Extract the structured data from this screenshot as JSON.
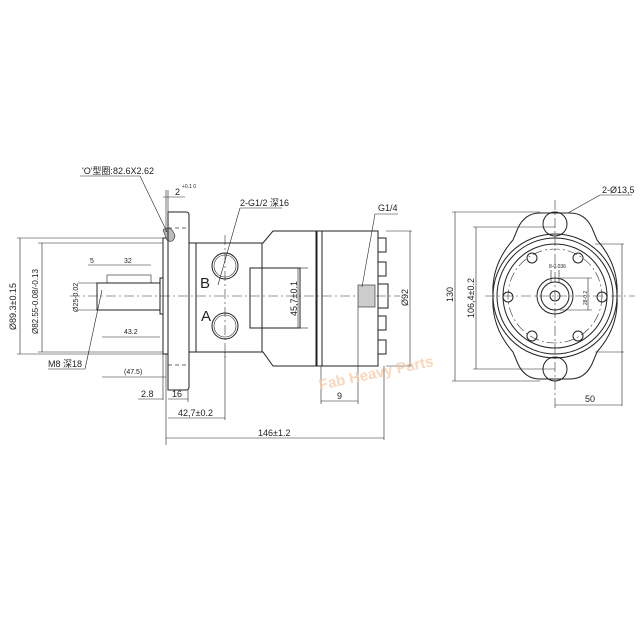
{
  "drawing": {
    "side_view": {
      "o_ring": "'O'型圈:82.6X2.62",
      "flange_gap": "2",
      "flange_gap_tol": "+0.1 0",
      "ports": "2-G1/2 深16",
      "port_b": "B",
      "port_a": "A",
      "drain": "G1/4",
      "dia_89": "Ø89.3±0.15",
      "dia_82": "Ø82.55-0.08/-0.13",
      "shaft_dia": "Ø25-0.02",
      "key_offset": "5",
      "key_length": "32",
      "shaft_len": "43.2",
      "thread": "M8 深18",
      "shaft_total": "(47.5)",
      "dim_2_8": "2.8",
      "dim_16": "16",
      "dim_42_7": "42,7±0.2",
      "dim_146": "146±1.2",
      "dim_45_7": "45,7±0.1",
      "dim_9": "9",
      "dim_92": "Ø92"
    },
    "front_view": {
      "holes": "2-Ø13,5",
      "dim_130": "130",
      "dim_106": "106,4±0.2",
      "key_width": "8-0.036",
      "key_height": "28-0.2",
      "dim_50": "50"
    },
    "watermark": "Fab Heavy Parts"
  }
}
